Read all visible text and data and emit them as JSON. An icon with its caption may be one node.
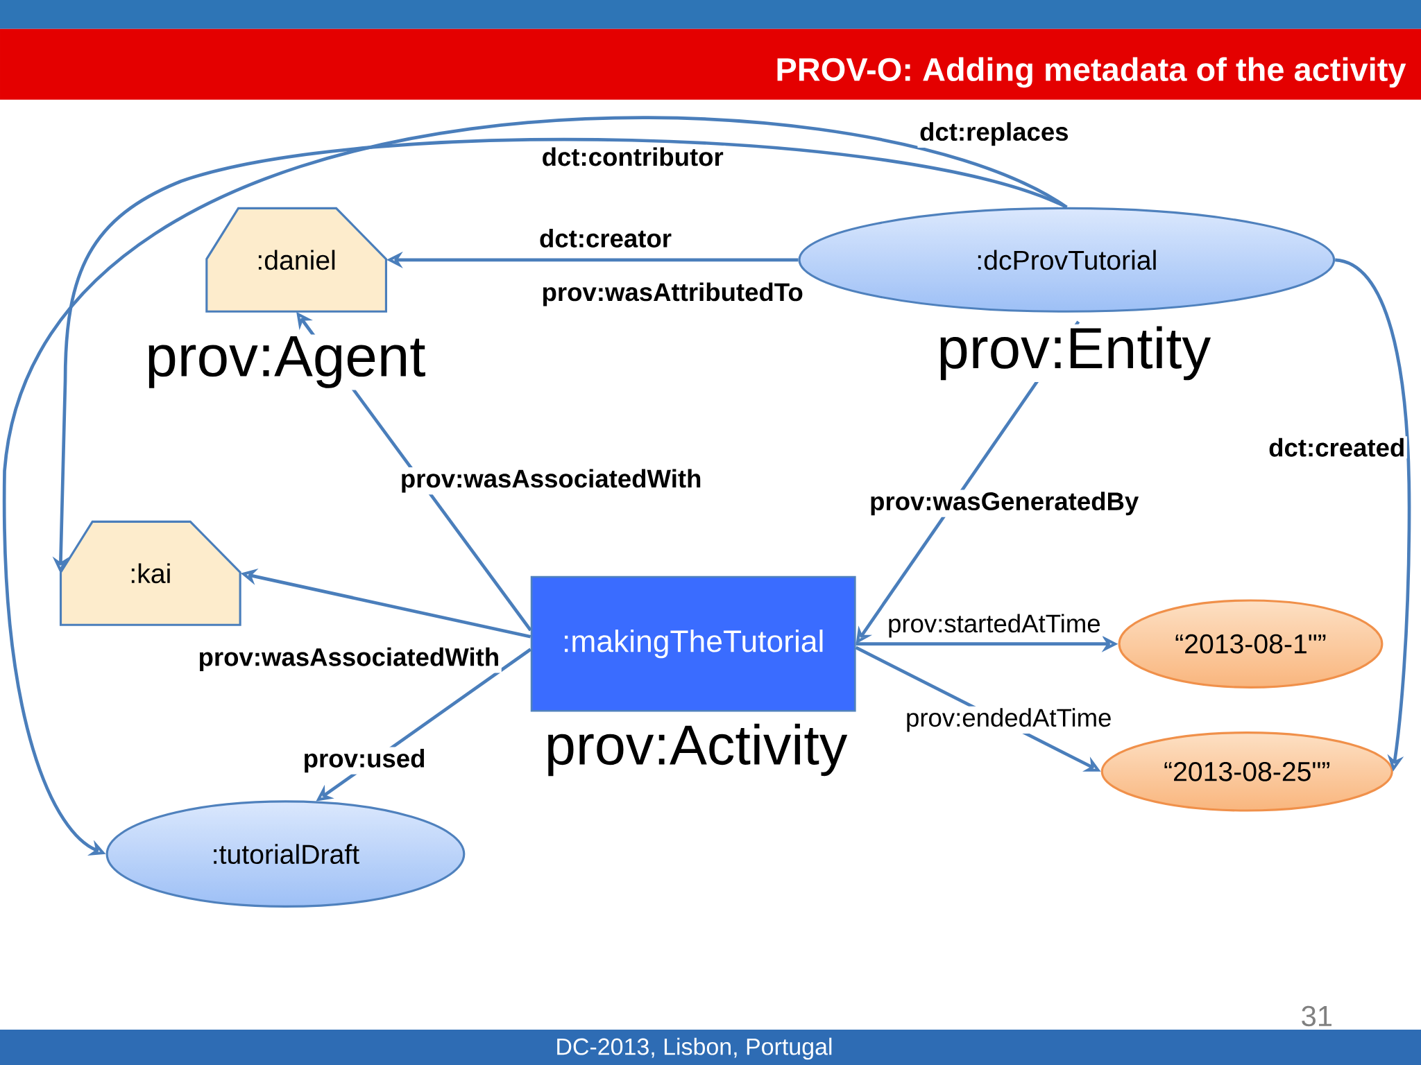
{
  "diagram": {
    "title": "PROV-O: Adding metadata of the activity",
    "nodes": [
      {
        "text": [
          ":daniel"
        ],
        "beside": [
          "prov:Agent"
        ]
      },
      {
        "text": [
          ":dcProvTutorial"
        ],
        "beside": [
          "prov:Entity"
        ]
      },
      {
        "text": [
          ":kai"
        ]
      },
      {
        "text": [
          ":makingTheTutorial"
        ],
        "beside": [
          "prov:Activity"
        ]
      },
      {
        "text": [
          "“2013-08-1\"”"
        ]
      },
      {
        "text": [
          ":tutorialDraft"
        ]
      },
      {
        "text": [
          "“2013-08-25\"”"
        ]
      }
    ],
    "edges": [
      {
        "from": 1,
        "to": 0,
        "arrow": "to",
        "label": "dct:creator"
      },
      {
        "from": 1,
        "to": 2,
        "arrow": "to",
        "label": "dct:contributor"
      },
      {
        "from": 1,
        "to": 5,
        "arrow": "to",
        "label": "dct:replaces"
      },
      {
        "from": 1,
        "to": 6,
        "arrow": "to",
        "label": "dct:created"
      },
      {
        "from": 3,
        "to": 0,
        "arrow": "to",
        "label": "prov:wasAssociatedWith"
      },
      {
        "from": 3,
        "to": 2,
        "arrow": "to",
        "label": "prov:wasAssociatedWith"
      },
      {
        "from": 3,
        "to": 5,
        "arrow": "to",
        "label": "prov:used"
      },
      {
        "from": 1,
        "to": 3,
        "arrow": "to",
        "label": "prov:wasGeneratedBy"
      },
      {
        "from": 3,
        "to": 4,
        "arrow": "to",
        "label": "prov:startedAtTime"
      },
      {
        "from": 3,
        "to": 6,
        "arrow": "to",
        "label": "prov:endedAtTime"
      }
    ],
    "labels": [
      "prov:wasAttributedTo",
      "31",
      "DC-2013, Lisbon, Portugal"
    ]
  }
}
